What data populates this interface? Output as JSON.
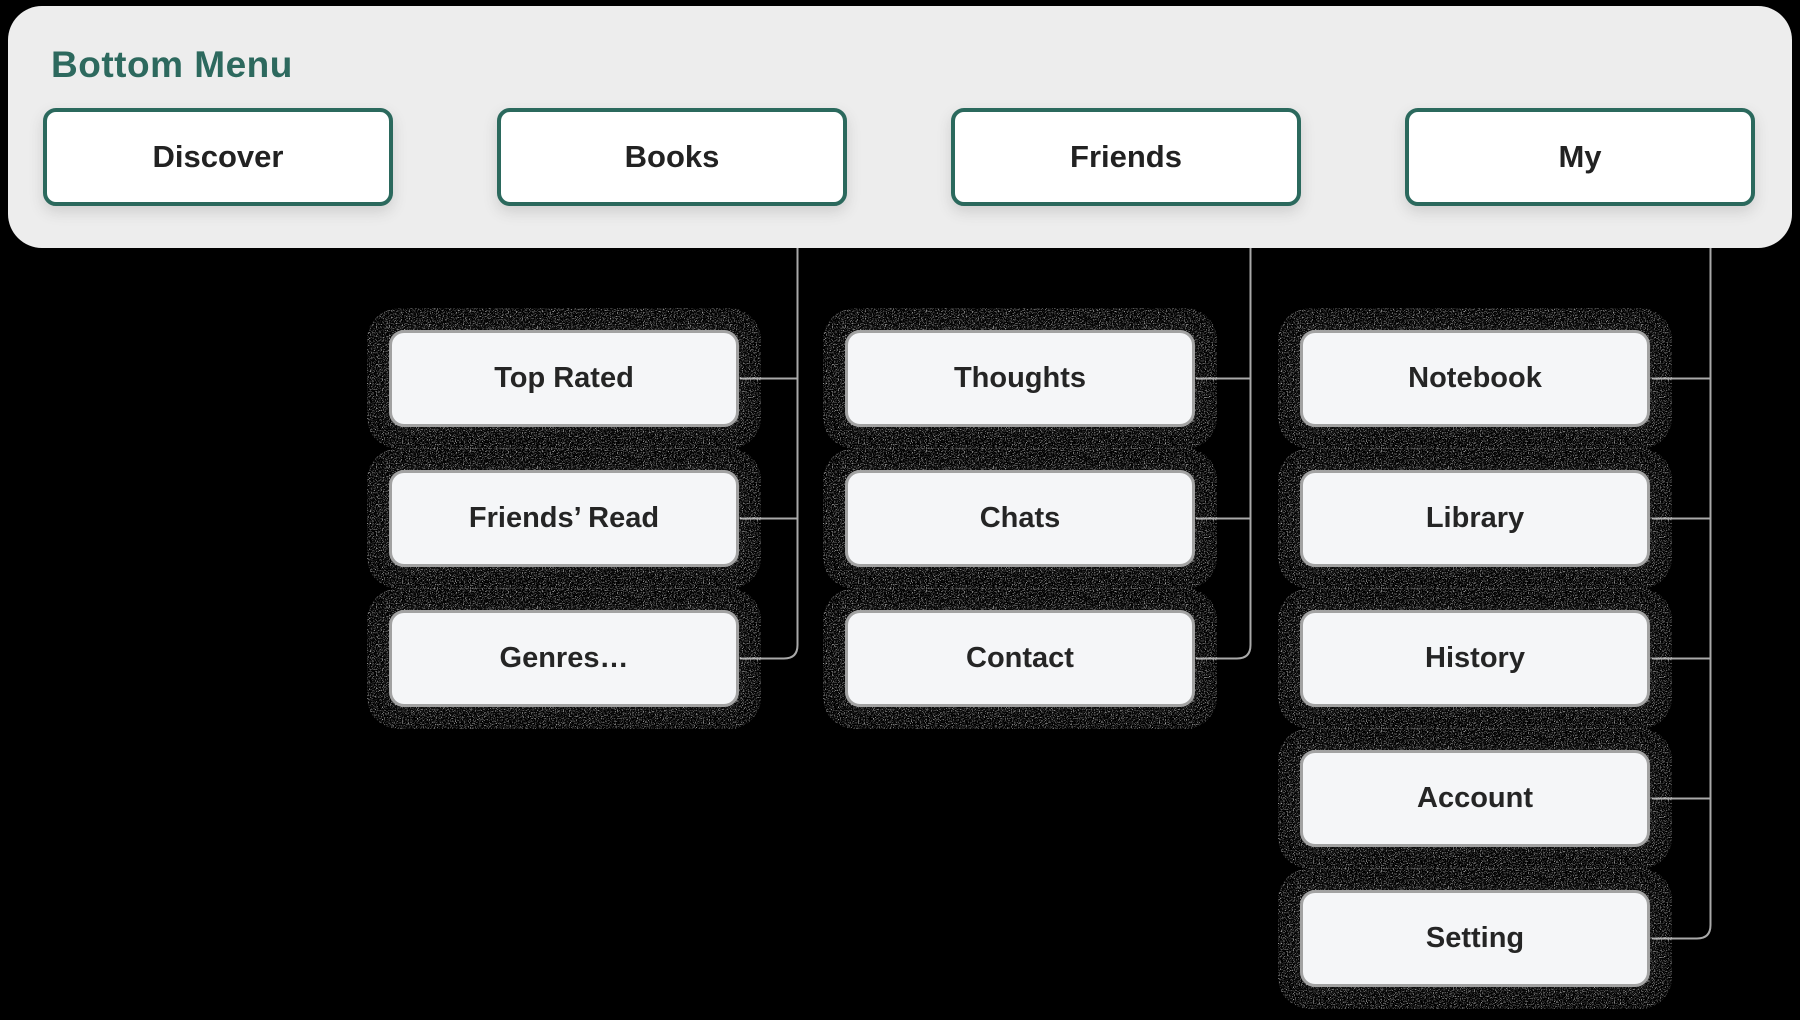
{
  "panel": {
    "title": "Bottom Menu"
  },
  "menu": {
    "items": [
      {
        "label": "Discover",
        "children": []
      },
      {
        "label": "Books",
        "children": [
          "Top Rated",
          "Friends’ Read",
          "Genres…"
        ]
      },
      {
        "label": "Friends",
        "children": [
          "Thoughts",
          "Chats",
          "Contact"
        ]
      },
      {
        "label": "My",
        "children": [
          "Notebook",
          "Library",
          "History",
          "Account",
          "Setting"
        ]
      }
    ]
  },
  "colors": {
    "page_bg": "#000000",
    "panel_bg": "#ededed",
    "accent_teal": "#2b695d",
    "button_bg": "#ffffff",
    "button_text": "#222222",
    "node_bg": "#f5f6f8",
    "node_border": "#a2a2a2",
    "node_text": "#252525",
    "connector": "#a9a9a9"
  }
}
